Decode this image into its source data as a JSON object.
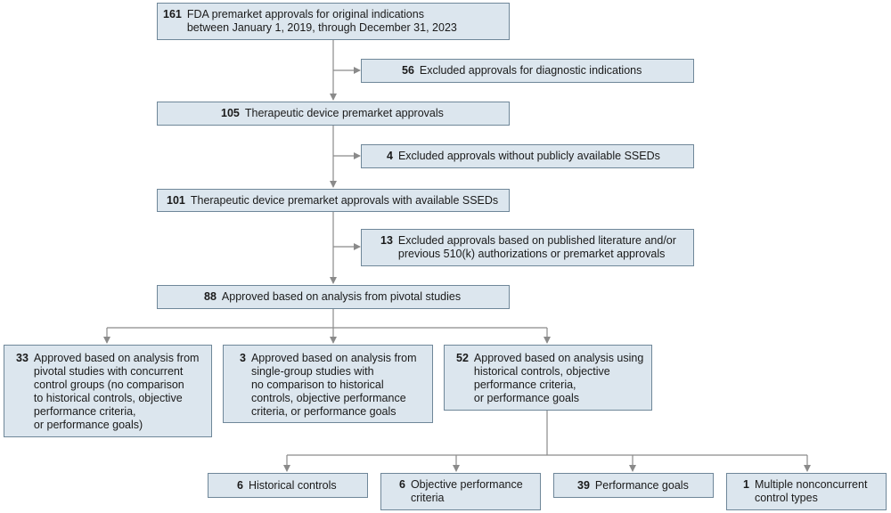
{
  "nodes": {
    "total": {
      "count": "161",
      "text": "FDA premarket approvals for original indications\nbetween January 1, 2019, through December 31, 2023"
    },
    "excl_diagnostic": {
      "count": "56",
      "text": "Excluded approvals for diagnostic indications"
    },
    "therapeutic": {
      "count": "105",
      "text": "Therapeutic device premarket approvals"
    },
    "excl_sseds": {
      "count": "4",
      "text": "Excluded approvals without publicly available SSEDs"
    },
    "with_sseds": {
      "count": "101",
      "text": "Therapeutic device premarket approvals with available SSEDs"
    },
    "excl_literature": {
      "count": "13",
      "text": "Excluded approvals based on published literature and/or\nprevious 510(k) authorizations or premarket approvals"
    },
    "pivotal": {
      "count": "88",
      "text": "Approved based on analysis from pivotal studies"
    },
    "concurrent": {
      "count": "33",
      "text": "Approved based on analysis from\npivotal studies with concurrent\ncontrol groups (no comparison\nto historical controls, objective\nperformance criteria,\nor performance goals)"
    },
    "single_group": {
      "count": "3",
      "text": "Approved based on analysis from\nsingle-group studies with\nno comparison to historical\ncontrols, objective performance\ncriteria, or performance goals"
    },
    "historical_opc": {
      "count": "52",
      "text": "Approved based on analysis using\nhistorical controls, objective\nperformance criteria,\nor performance goals"
    },
    "historical_controls": {
      "count": "6",
      "text": "Historical controls"
    },
    "opc": {
      "count": "6",
      "text": "Objective performance\ncriteria"
    },
    "perf_goals": {
      "count": "39",
      "text": "Performance goals"
    },
    "multiple": {
      "count": "1",
      "text": "Multiple nonconcurrent\ncontrol types"
    }
  },
  "colors": {
    "box_fill": "#dce6ee",
    "box_border": "#6f8799",
    "connector": "#8a8a8a"
  }
}
